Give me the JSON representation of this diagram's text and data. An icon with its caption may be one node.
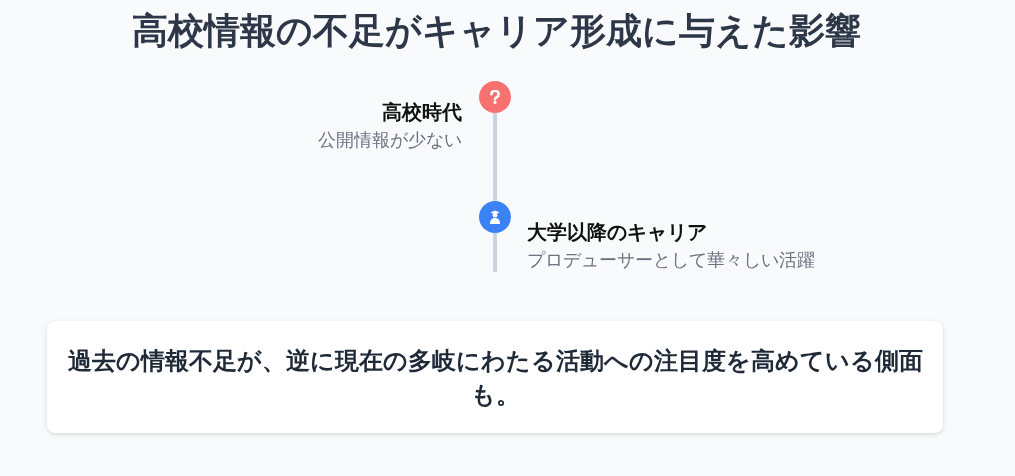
{
  "diagram": {
    "title": "高校情報の不足がキャリア形成に与えた影響",
    "nodes": [
      {
        "text": [],
        "shape": "circle",
        "beside": [
          "高校時代",
          "公開情報が少ない"
        ]
      },
      {
        "text": [],
        "shape": "circle",
        "beside": [
          "大学以降のキャリア",
          "プロデューサーとして華々しい活躍"
        ]
      },
      {
        "text": [
          "過去の情報不足が、逆に現在の多岐にわたる活動への注目度を高めている側面も。"
        ]
      }
    ],
    "edges": [
      {
        "from": 0,
        "to": 1,
        "arrow": "none"
      }
    ]
  }
}
